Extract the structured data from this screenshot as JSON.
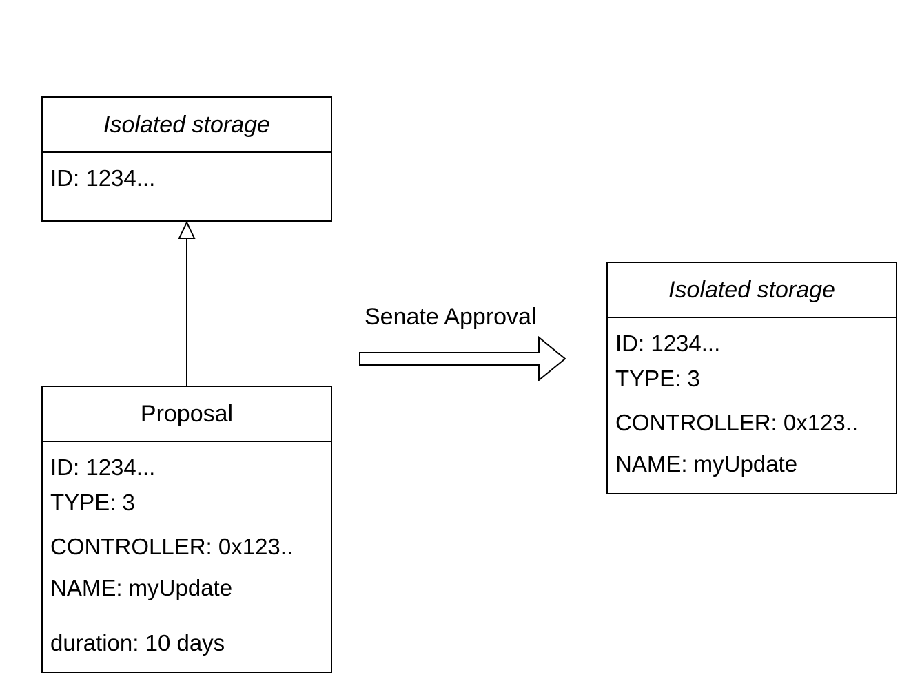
{
  "storage_top": {
    "title": "Isolated storage",
    "attributes": [
      "ID: 1234..."
    ]
  },
  "proposal": {
    "title": "Proposal",
    "attributes": [
      "ID: 1234...",
      "TYPE: 3",
      "CONTROLLER: 0x123..",
      "NAME: myUpdate",
      "duration: 10 days"
    ]
  },
  "storage_right": {
    "title": "Isolated storage",
    "attributes": [
      "ID: 1234...",
      "TYPE: 3",
      "CONTROLLER: 0x123..",
      "NAME: myUpdate"
    ]
  },
  "transition": {
    "label": "Senate Approval"
  },
  "relations": [
    {
      "from": "proposal",
      "to": "storage_top",
      "kind": "generalization"
    },
    {
      "from": "proposal",
      "to": "storage_right",
      "kind": "transition"
    }
  ],
  "colors": {
    "stroke": "#000000",
    "background": "#ffffff"
  }
}
